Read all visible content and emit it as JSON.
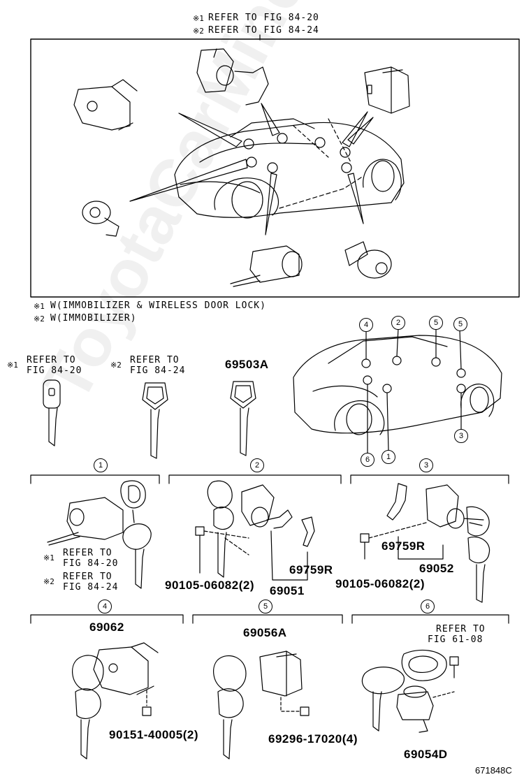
{
  "header": {
    "ref1_mark": "※1",
    "ref1_text": "REFER TO FIG 84-20",
    "ref2_mark": "※2",
    "ref2_text": "REFER TO FIG 84-24"
  },
  "legend": {
    "note1_mark": "※1",
    "note1_text": "W(IMMOBILIZER & WIRELESS DOOR LOCK)",
    "note2_mark": "※2",
    "note2_text": "W(IMMOBILIZER)"
  },
  "keys": {
    "key1_mark": "※1",
    "key1_line1": "REFER TO",
    "key1_line2": "FIG 84-20",
    "key2_mark": "※2",
    "key2_line1": "REFER TO",
    "key2_line2": "FIG 84-24",
    "key3_part": "69503A"
  },
  "car_callouts": [
    "4",
    "2",
    "5",
    "5",
    "6",
    "1",
    "3"
  ],
  "sections": {
    "s1": {
      "number": "1",
      "ref1_mark": "※1",
      "ref1_line1": "REFER TO",
      "ref1_line2": "FIG 84-20",
      "ref2_mark": "※2",
      "ref2_line1": "REFER TO",
      "ref2_line2": "FIG 84-24"
    },
    "s2": {
      "number": "2",
      "part_a": "69759R",
      "part_b": "90105-06082(2)",
      "part_c": "69051"
    },
    "s3": {
      "number": "3",
      "part_a": "69759R",
      "part_b": "69052",
      "part_c": "90105-06082(2)"
    },
    "s4": {
      "number": "4",
      "part_a": "69062",
      "part_b": "90151-40005(2)"
    },
    "s5": {
      "number": "5",
      "part_a": "69056A",
      "part_b": "69296-17020(4)"
    },
    "s6": {
      "number": "6",
      "ref_line1": "REFER TO",
      "ref_line2": "FIG 61-08",
      "part_a": "69054D"
    }
  },
  "figure_id": "671848C",
  "watermark": "ToyotaCarMine.ru"
}
